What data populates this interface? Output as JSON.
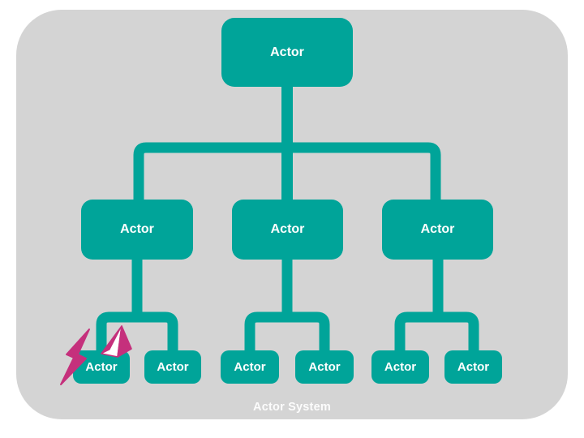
{
  "diagram": {
    "type": "actor-hierarchy-tree",
    "system_label": "Actor System",
    "nodes": {
      "root": {
        "label": "Actor"
      },
      "level2": [
        {
          "label": "Actor"
        },
        {
          "label": "Actor"
        },
        {
          "label": "Actor"
        }
      ],
      "level3": [
        {
          "label": "Actor"
        },
        {
          "label": "Actor"
        },
        {
          "label": "Actor"
        },
        {
          "label": "Actor"
        },
        {
          "label": "Actor"
        },
        {
          "label": "Actor"
        }
      ]
    },
    "icons": [
      {
        "name": "lightning-bolt-icon"
      },
      {
        "name": "paper-plane-icon"
      }
    ],
    "colors": {
      "node": "#00A499",
      "system_bg": "#D4D4D4",
      "page_bg": "#FFFFFF",
      "label_text": "#FFFFFF",
      "system_label_text": "#FCFCFC",
      "event": "#C5307C"
    }
  }
}
